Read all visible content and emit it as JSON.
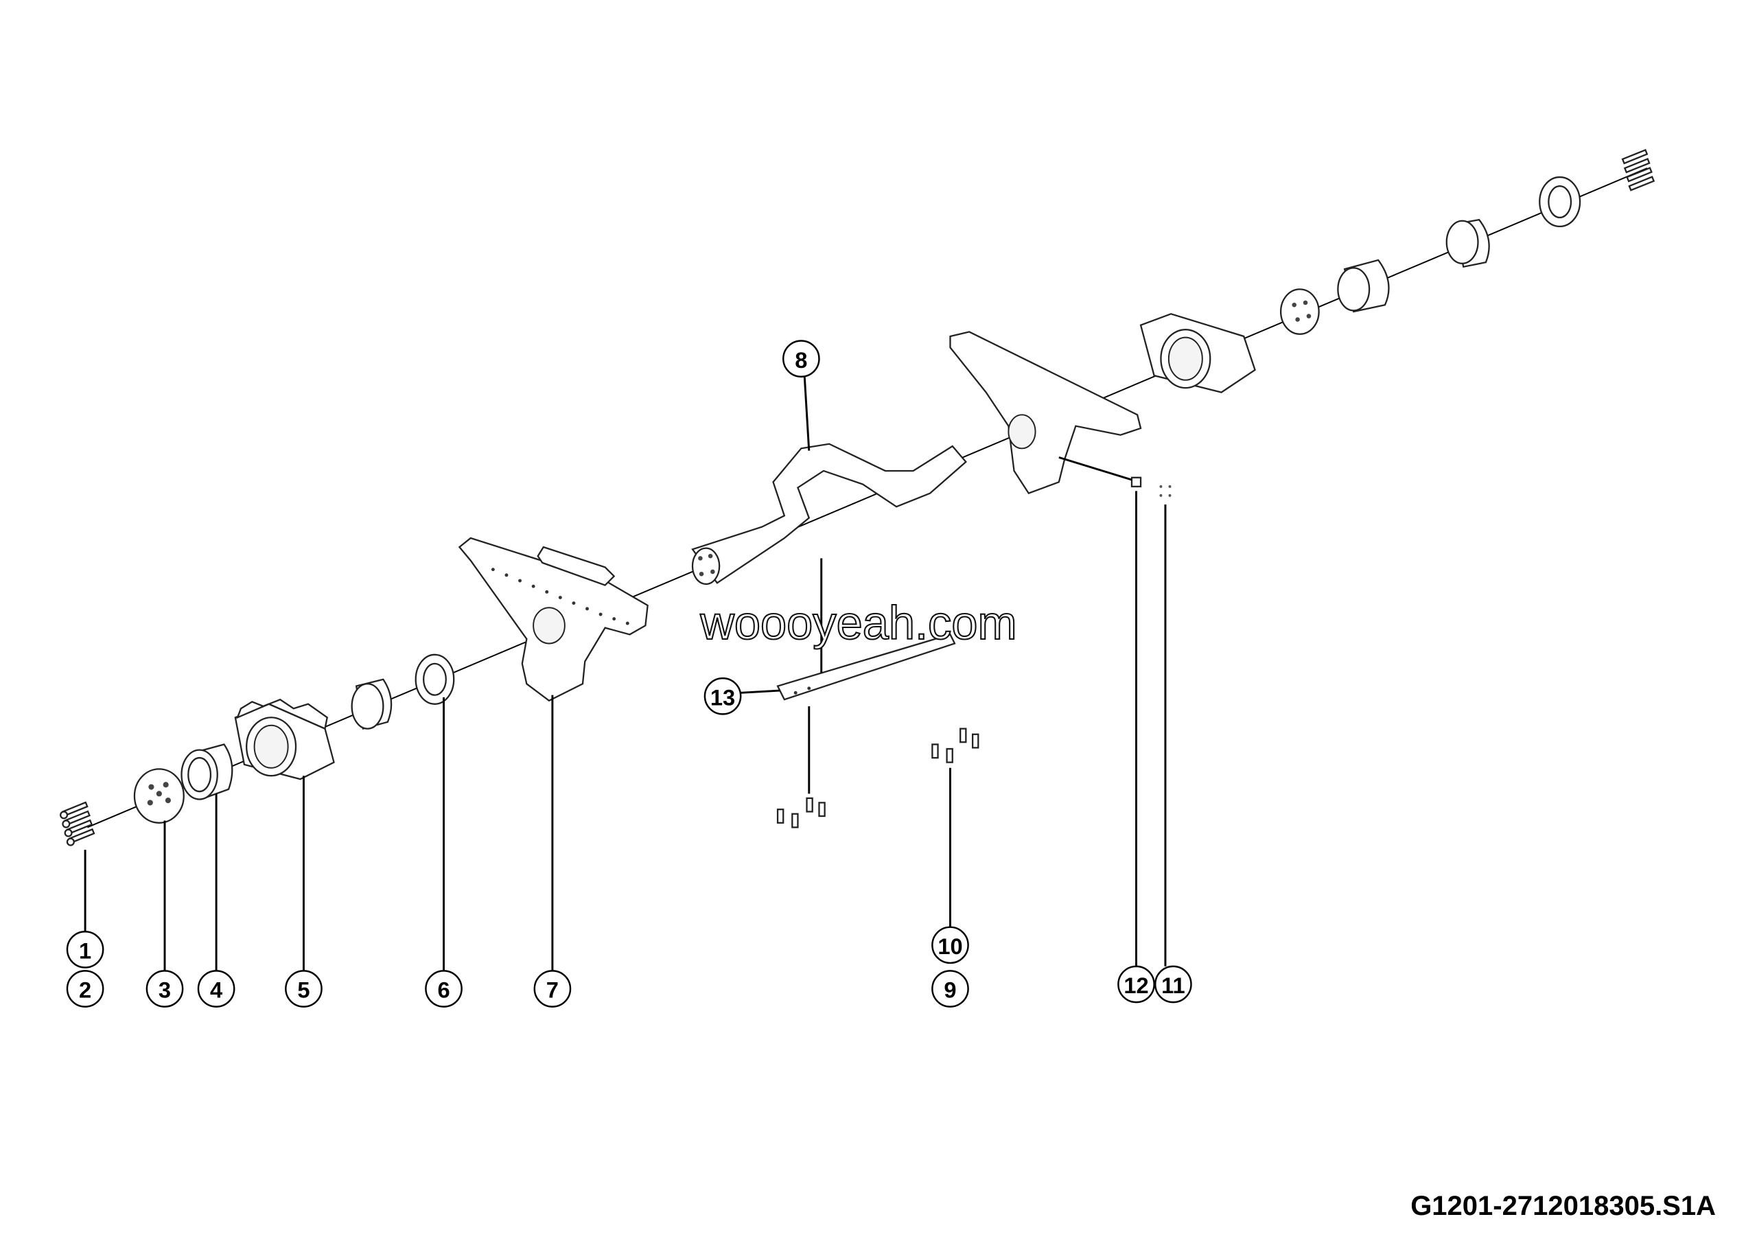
{
  "diagram": {
    "callouts": [
      "1",
      "2",
      "3",
      "4",
      "5",
      "6",
      "7",
      "8",
      "9",
      "10",
      "11",
      "12",
      "13"
    ],
    "watermark": "woooyeah.com",
    "drawing_code": "G1201-2712018305.S1A"
  }
}
